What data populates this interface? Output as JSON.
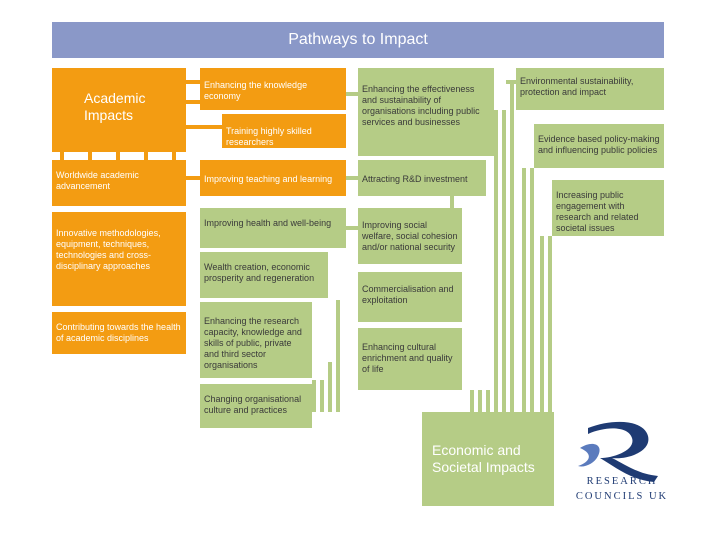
{
  "title": "Pathways to Impact",
  "academic": {
    "heading": "Academic Impacts",
    "items": [
      "Worldwide academic advancement",
      "Innovative methodologies, equipment, techniques, technologies and cross-disciplinary approaches",
      "Contributing towards the health of academic disciplines"
    ]
  },
  "column2": [
    "Enhancing the knowledge economy",
    "Training highly skilled researchers",
    "Improving teaching and learning",
    "Improving health and well-being",
    "Wealth creation, economic prosperity and regeneration",
    "Enhancing the research capacity, knowledge and skills of public, private and third sector organisations",
    "Changing organisational culture and practices"
  ],
  "column3": [
    "Enhancing the effectiveness and sustainability of organisations including public services and businesses",
    "Attracting R&D investment",
    "Improving social welfare, social cohesion and/or national security",
    "Commercialisation and exploitation",
    "Enhancing cultural enrichment and quality of life"
  ],
  "column4": [
    "Environmental sustainability, protection and impact",
    "Evidence based policy-making and influencing public policies",
    "Increasing public engagement with research and related societal issues"
  ],
  "economic": {
    "heading": "Economic and Societal Impacts"
  },
  "logo": {
    "line1": "RESEARCH",
    "line2": "COUNCILS UK"
  },
  "colors": {
    "banner": "#8a98c8",
    "academic": "#f39c12",
    "economic": "#b5cc86",
    "logo": "#1f3b73"
  }
}
